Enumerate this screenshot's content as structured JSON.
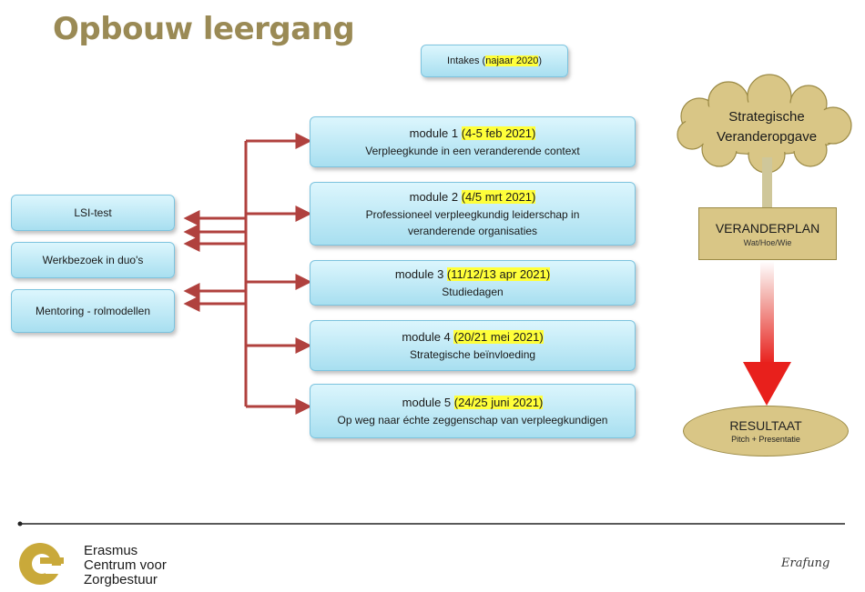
{
  "title": "Opbouw leergang",
  "intake": {
    "prefix": "Intakes (",
    "highlight": "najaar 2020",
    "suffix": ")"
  },
  "modules": [
    {
      "label": "module 1 ",
      "date": "(4-5 feb 2021)",
      "lines": [
        "Verpleegkunde in een veranderende context"
      ]
    },
    {
      "label": "module 2 ",
      "date": "(4/5 mrt 2021)",
      "lines": [
        "Professioneel verpleegkundig leiderschap in",
        "veranderende organisaties"
      ]
    },
    {
      "label": "module 3 ",
      "date": "(11/12/13 apr 2021)",
      "lines": [
        "Studiedagen"
      ]
    },
    {
      "label": "module 4 ",
      "date": "(20/21 mei 2021)",
      "lines": [
        "Strategische beïnvloeding"
      ]
    },
    {
      "label": "module 5 ",
      "date": "(24/25 juni 2021)",
      "lines": [
        "Op weg naar échte zeggenschap van verpleegkundigen"
      ]
    }
  ],
  "left_items": [
    "LSI-test",
    "Werkbezoek in duo's",
    "Mentoring - rolmodellen"
  ],
  "cloud": {
    "line1": "Strategische",
    "line2": "Veranderopgave"
  },
  "plan": {
    "title": "VERANDERPLAN",
    "sub": "Wat/Hoe/Wie"
  },
  "result": {
    "title": "RESULTAAT",
    "sub": "Pitch + Presentatie"
  },
  "logo": {
    "line1": "Erasmus",
    "line2": "Centrum voor",
    "line3": "Zorgbestuur"
  },
  "signature": "Erafung",
  "colors": {
    "title": "#9a8a55",
    "box_fill": "#bfe8f6",
    "highlight": "#ffff3a",
    "arrow": "#b0413e",
    "gold": "#d9c686",
    "logo": "#c9a93a"
  }
}
